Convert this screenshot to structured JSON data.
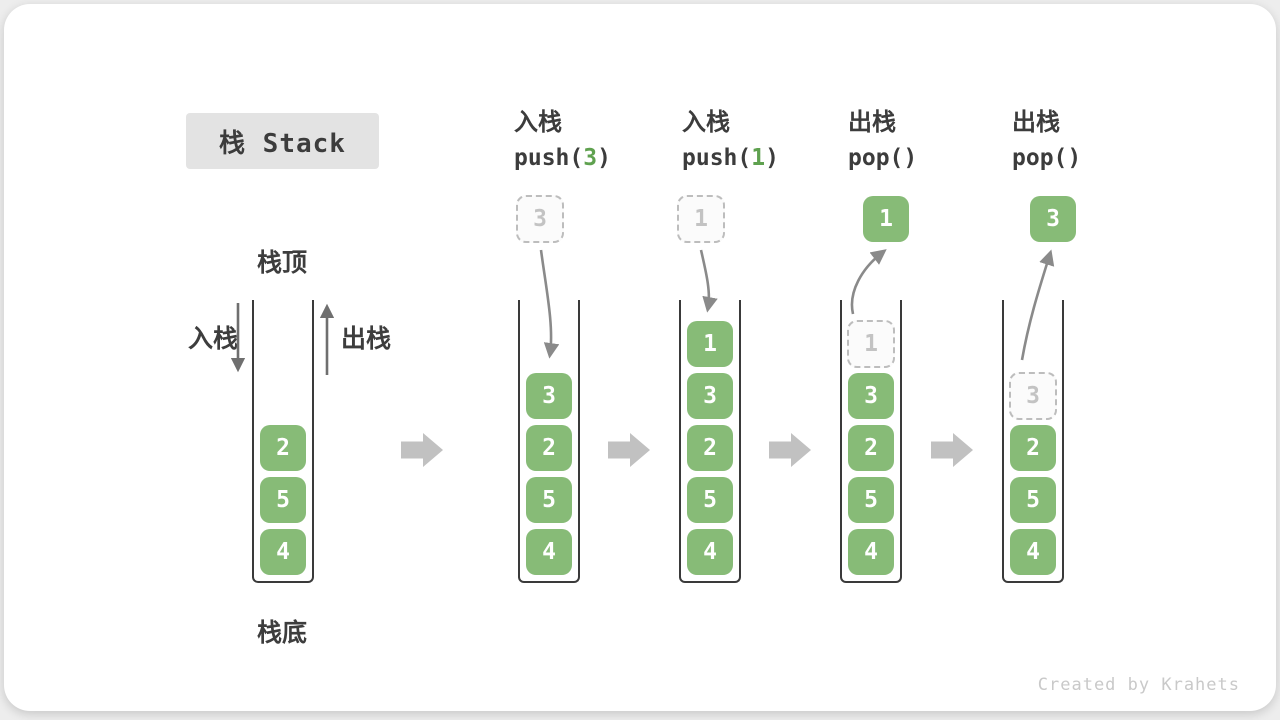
{
  "title": "栈 Stack",
  "labels": {
    "stack_top": "栈顶",
    "stack_bottom": "栈底",
    "push": "入栈",
    "pop": "出栈"
  },
  "operations": [
    {
      "label": "入栈",
      "call_pre": "push(",
      "call_arg": "3",
      "call_post": ")"
    },
    {
      "label": "入栈",
      "call_pre": "push(",
      "call_arg": "1",
      "call_post": ")"
    },
    {
      "label": "出栈",
      "call_pre": "pop(",
      "call_arg": "",
      "call_post": ")"
    },
    {
      "label": "出栈",
      "call_pre": "pop(",
      "call_arg": "",
      "call_post": ")"
    }
  ],
  "stages": [
    {
      "name": "initial",
      "blocks": [
        "2",
        "5",
        "4"
      ]
    },
    {
      "name": "after-push-3",
      "blocks": [
        "3",
        "2",
        "5",
        "4"
      ],
      "floating": {
        "value": "3",
        "style": "dashed"
      }
    },
    {
      "name": "after-push-1",
      "blocks": [
        "1",
        "3",
        "2",
        "5",
        "4"
      ],
      "floating": {
        "value": "1",
        "style": "dashed"
      }
    },
    {
      "name": "after-pop-1",
      "ghost": "1",
      "blocks": [
        "3",
        "2",
        "5",
        "4"
      ],
      "floating": {
        "value": "1",
        "style": "solid"
      }
    },
    {
      "name": "after-pop-3",
      "ghost": "3",
      "blocks": [
        "2",
        "5",
        "4"
      ],
      "floating": {
        "value": "3",
        "style": "solid"
      }
    }
  ],
  "watermark": "Created by Krahets",
  "colors": {
    "block_green": "#87bb77",
    "arg_green": "#5fa14f",
    "text_dark": "#3c3c3c",
    "curve_arrow_gray": "#8a8a8a",
    "block_arrow_gray": "#c1c1c1",
    "ghost_gray": "#bdbdbd",
    "chip_bg": "#e3e3e3"
  }
}
